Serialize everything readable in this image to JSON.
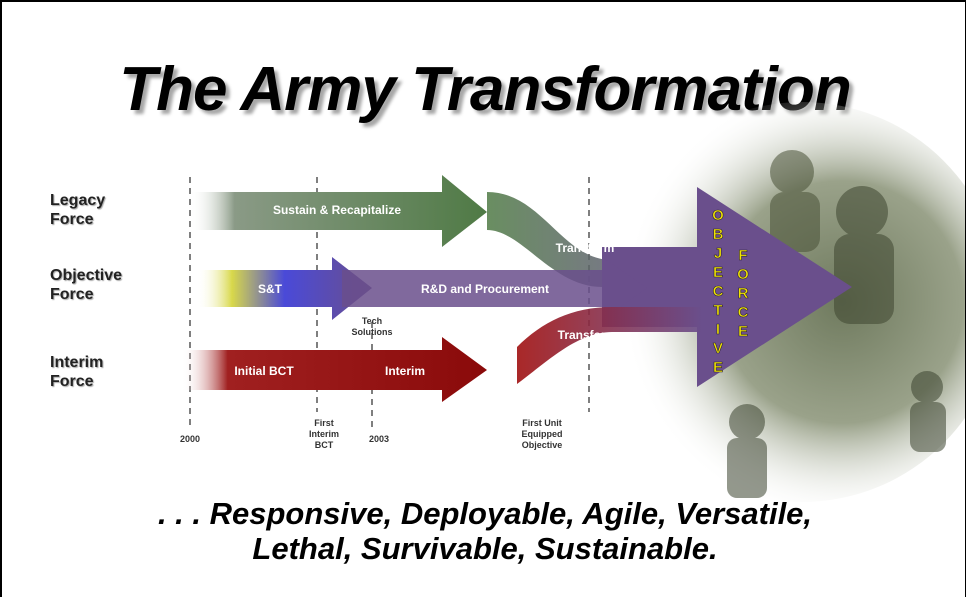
{
  "title": "The Army Transformation",
  "rows": {
    "legacy": [
      "Legacy",
      "Force"
    ],
    "objective": [
      "Objective",
      "Force"
    ],
    "interim": [
      "Interim",
      "Force"
    ]
  },
  "arrows": {
    "sustain": "Sustain & Recapitalize",
    "transform_top": "Transform",
    "st": "S&T",
    "rd": "R&D and Procurement",
    "transform_bottom": "Transform",
    "initial_bct": "Initial BCT",
    "interim": "Interim"
  },
  "milestones": {
    "y2000": "2000",
    "first_interim": [
      "First",
      "Interim",
      "BCT"
    ],
    "y2003": "2003",
    "tech_solutions": [
      "Tech",
      "Solutions"
    ],
    "first_unit": [
      "First Unit",
      "Equipped",
      "Objective"
    ]
  },
  "objective_force": {
    "word1": [
      "O",
      "B",
      "J",
      "E",
      "C",
      "T",
      "I",
      "V",
      "E"
    ],
    "word2": [
      "F",
      "O",
      "R",
      "C",
      "E"
    ]
  },
  "tagline": {
    "line1": ". . . Responsive, Deployable, Agile, Versatile,",
    "line2": "Lethal, Survivable, Sustainable."
  },
  "colors": {
    "legacy_arrow": "#5a7a4e",
    "objective_arrow": "#6a4f8c",
    "interim_arrow": "#8a1010",
    "objective_text": "#f2e600"
  }
}
